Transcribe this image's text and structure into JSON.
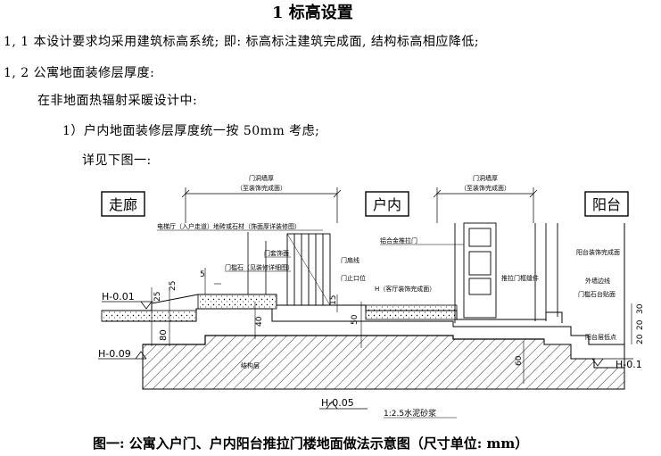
{
  "heading": {
    "title": "1  标高设置"
  },
  "paragraphs": {
    "p1_1": "1, 1  本设计要求均采用建筑标高系统; 即: 标高标注建筑完成面, 结构标高相应降低;",
    "p1_2": "1, 2  公寓地面装修层厚度:",
    "p_heating": "在非地面热辐射采暖设计中:",
    "p_item1": "1）户内地面装修层厚度统一按 50mm 考虑;",
    "p_see": "详见下图一:"
  },
  "figure": {
    "zone_labels": {
      "corridor": "走廊",
      "indoor": "户内",
      "balcony": "阳台"
    },
    "dims": {
      "door_opening_left": "门洞墙厚",
      "door_opening_left_sub": "（至装饰完成面）",
      "door_opening_right": "门洞墙厚",
      "door_opening_right_sub": "（至装饰完成面）",
      "d5": "5",
      "d25a": "25",
      "d25b": "25",
      "d15": "15",
      "d40": "40",
      "d50": "50",
      "d80": "80",
      "d60": "60",
      "d30": "30",
      "d20a": "20",
      "d20b": "20"
    },
    "annotations": {
      "corridor_note": "电梯厅（入户走道）地砖或石材（饰面厚详装修图）",
      "door_trim": "门套饰面",
      "threshold": "门槛石（见装修详细图）",
      "door_leaf": "门扇线",
      "door_stop": "门止口位",
      "aluminum_door": "铝合金推拉门",
      "sliding_door_frame": "推拉门框缝件",
      "balcony_finish": "阳台装饰完成面",
      "exterior_line": "外墙边线",
      "sill_top": "门槛石台贴面",
      "balcony_floor_low": "阳台层低点",
      "structure": "结构层",
      "mortar": "1:2.5水泥砂浆",
      "indoor_h": "H（客厅装饰完成面）"
    },
    "levels": {
      "h_m001": "H-0.01",
      "h_m009": "H-0.09",
      "h_m005": "H-0.05",
      "h_m01": "H-0.1"
    }
  },
  "caption": "图一: 公寓入户门、户内阳台推拉门楼地面做法示意图（尺寸单位: mm）"
}
